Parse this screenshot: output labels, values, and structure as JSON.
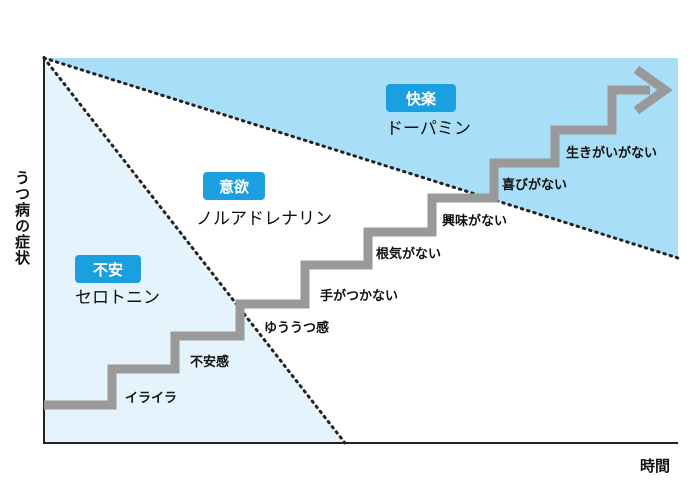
{
  "diagram": {
    "y_axis_label": "うつ病の症状",
    "x_axis_label": "時間",
    "zones": [
      {
        "badge": "快楽",
        "neurotransmitter": "ドーパミン"
      },
      {
        "badge": "意欲",
        "neurotransmitter": "ノルアドレナリン"
      },
      {
        "badge": "不安",
        "neurotransmitter": "セロトニン"
      }
    ],
    "stages": [
      "イライラ",
      "不安感",
      "ゆううつ感",
      "手がつかない",
      "根気がない",
      "興味がない",
      "喜びがない",
      "生きがいがない"
    ],
    "colors": {
      "badge": "#1aa0e0",
      "zone_light": "#e4f3fc",
      "zone_sky": "#a9def8",
      "stairs": "#999999",
      "axis": "#222222"
    }
  }
}
